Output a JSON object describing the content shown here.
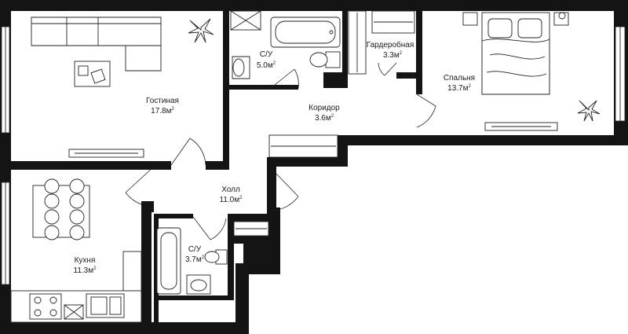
{
  "rooms": [
    {
      "id": "living",
      "name": "Гостиная",
      "area": "17.8м",
      "unit_sup": "2"
    },
    {
      "id": "bath1",
      "name": "С/У",
      "area": "5.0м",
      "unit_sup": "2"
    },
    {
      "id": "wardrobe",
      "name": "Гардеробная",
      "area": "3.3м",
      "unit_sup": "2"
    },
    {
      "id": "bedroom",
      "name": "Спальня",
      "area": "13.7м",
      "unit_sup": "2"
    },
    {
      "id": "corridor",
      "name": "Коридор",
      "area": "3.6м",
      "unit_sup": "2"
    },
    {
      "id": "hall",
      "name": "Холл",
      "area": "11.0м",
      "unit_sup": "2"
    },
    {
      "id": "bath2",
      "name": "С/У",
      "area": "3.7м",
      "unit_sup": "2"
    },
    {
      "id": "kitchen",
      "name": "Кухня",
      "area": "11.3м",
      "unit_sup": "2"
    }
  ],
  "colors": {
    "wall": "#141414",
    "line": "#222222",
    "background": "#ffffff"
  },
  "icons": [
    "plant-icon",
    "sofa-icon",
    "bed-icon",
    "bathtub-icon",
    "toilet-icon",
    "sink-icon",
    "stove-icon",
    "dining-table-icon",
    "radiator-icon",
    "wardrobe-rail-icon"
  ]
}
